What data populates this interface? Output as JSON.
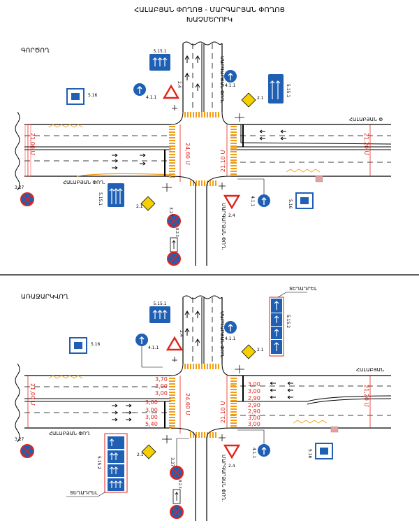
{
  "header": {
    "line1": "ՀԱԼԱԲՅԱՆ ՓՈՂՈՑ - ՄԱՐԳԱՐՅԱՆ ՓՈՂՈՑ",
    "line2": "ԽԱՉՄԵՐՈՒԿ"
  },
  "top": {
    "title": "ԳՈՐԾՈՂ",
    "street_left": "ՀԱԼԱԲՅԱՆ ՓՈՂ.",
    "street_right": "ՀԱԼԱԲՅԱՆ Փ",
    "street_vertical_top": "ՄԱՐԳԱՐՅԱՆ ՓՈՂ.",
    "street_vertical_bottom": "ՄԱՐԳԱՐՅԱՆ ՓՈՂ.",
    "dim_left": "21,00 Մ",
    "dim_crossing_left": "24,60 Մ",
    "dim_crossing_right": "21,10 Մ",
    "dim_right": "21,20 Մ",
    "signs": {
      "s5151_top": "5.15.1",
      "s516_top": "5.16",
      "s411_a": "4.1.1",
      "s24_a": "2.4",
      "s411_b": "4.1.1",
      "s21_a": "2.1",
      "s5151_right": "5.15.1",
      "s327_left": "3.27",
      "s5151_left": "5.15.1",
      "s21_b": "2.1",
      "s327_b": "3.27",
      "s823": "8.2.3",
      "s24_b": "2.4",
      "s411_c": "4.1.1",
      "s516_right": "5.16"
    }
  },
  "bottom": {
    "title": "ԱՌԱՋԱՐԿՎՈՂ",
    "street_left": "ՀԱԼԱԲՅԱՆ ՓՈՂ",
    "street_right": "ՀԱԼԱԲՅԱՆ",
    "street_vertical_top": "ՄԱՐԳԱՐՅԱՆ ՓՈՂ.",
    "street_vertical_bottom": "ՄԱՐԳԱՐՅԱՆ ՓՈՂ.",
    "dim_left": "21,00 Մ",
    "dim_crossing_left": "24,60 Մ",
    "dim_crossing_right": "21,10 Մ",
    "dim_right": "21,20 Մ",
    "lane_widths_left": [
      "3,70",
      "3,00",
      "3,00",
      "3,00",
      "3,00",
      "3,00",
      "5,40"
    ],
    "lane_widths_right": [
      "3,00",
      "3,00",
      "2,90",
      "2,90",
      "2,90",
      "3,00",
      "3,00"
    ],
    "callout_top": "ՏԵՂԱԴՐԵԼ",
    "callout_bottom": "ՏԵՂԱԴՐԵԼ",
    "signs": {
      "s5151_top": "5.15.1",
      "s516_top": "5.16",
      "s411_a": "4.1.1",
      "s24_a": "2.4",
      "s411_b": "4.1.1",
      "s21_a": "2.1",
      "s5152_right": "5.15.2",
      "s327_left": "3.27",
      "s5152_left": "5.15.2",
      "s21_b": "2.1",
      "s327_b": "3.27",
      "s823": "8.2.3",
      "s24_b": "2.4",
      "s411_c": "4.1.1",
      "s516_right": "5.16"
    }
  },
  "colors": {
    "sign_blue": "#1f5fb4",
    "red": "#e2231a",
    "orange": "#f39c12",
    "diamond_yellow": "#f5d000"
  }
}
